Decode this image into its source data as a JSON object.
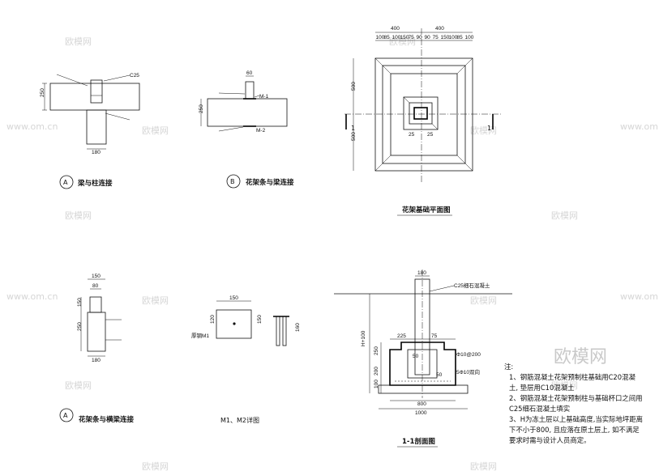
{
  "watermark": {
    "cn": "欧模网",
    "small": "www.om.cn"
  },
  "detail_a": {
    "circle": "A",
    "title": "梁与柱连接",
    "dims": {
      "h": "250",
      "b": "180"
    },
    "callout": "C25"
  },
  "detail_b": {
    "circle": "B",
    "title": "花架条与梁连接",
    "dims": {
      "top": "60",
      "h": "250"
    },
    "m1": "M-1",
    "m2": "M-2"
  },
  "plan": {
    "title": "花架基础平面图",
    "top_dims": [
      "400",
      "400"
    ],
    "sub_dims": [
      "100",
      "85",
      "100",
      "150",
      "75",
      "90",
      "90",
      "75",
      "150",
      "100",
      "85",
      "100"
    ],
    "left_dims": [
      "500",
      "500"
    ],
    "inner_dims": [
      "25",
      "25"
    ],
    "section_mark": "1"
  },
  "detail_a2": {
    "circle": "A",
    "title": "花架条与横梁连接",
    "dims": {
      "top": "150",
      "mid": "80",
      "side": "150",
      "h": "250",
      "b": "180"
    }
  },
  "m_detail": {
    "title": "M1、M2详图",
    "dims": {
      "w": "150",
      "h1": "120",
      "h2": "150",
      "h3": "160"
    },
    "label": "厚钢M1"
  },
  "section": {
    "title": "1-1剖面图",
    "top_dim": "180",
    "callout": "C25细石混凝土",
    "dims": {
      "a": "225",
      "b": "75",
      "c": "250",
      "d": "200",
      "e": "100",
      "w1": "800",
      "w2": "1000",
      "gap1": "50",
      "gap2": "50",
      "h": "H+100"
    },
    "rebar1": "Φ10@200",
    "rebar2": "5Φ10双向"
  },
  "notes": {
    "heading": "注:",
    "lines": [
      "1、钢筋混凝土花架预制柱基础用C20混凝",
      "土, 垫层用C10混凝土",
      "2、钢筋混凝土花架预制柱与基础杯口之间用",
      "C25细石混凝土填实",
      "3、H为冻土层以上基础高度,当实际地坪距离",
      "下不小于800, 且应落在原土层上, 如不满足",
      "要求时需与设计人员商定。"
    ]
  }
}
